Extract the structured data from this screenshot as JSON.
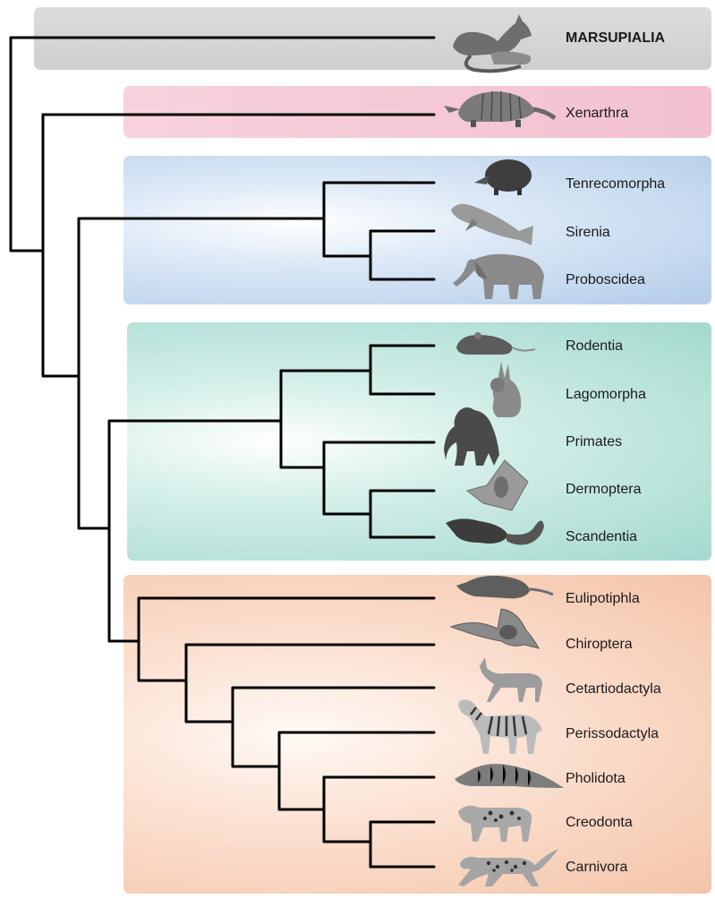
{
  "taxa": [
    {
      "name": "MARSUPIALIA",
      "bold": true,
      "icon": "opossum-icon"
    },
    {
      "name": "Xenarthra",
      "icon": "armadillo-icon"
    },
    {
      "name": "Tenrecomorpha",
      "icon": "tenrec-icon"
    },
    {
      "name": "Sirenia",
      "icon": "manatee-icon"
    },
    {
      "name": "Proboscidea",
      "icon": "elephant-icon"
    },
    {
      "name": "Rodentia",
      "icon": "rat-icon"
    },
    {
      "name": "Lagomorpha",
      "icon": "rabbit-icon"
    },
    {
      "name": "Primates",
      "icon": "gorilla-icon"
    },
    {
      "name": "Dermoptera",
      "icon": "colugo-icon"
    },
    {
      "name": "Scandentia",
      "icon": "treeshrew-icon"
    },
    {
      "name": "Eulipotiphla",
      "icon": "shrew-icon"
    },
    {
      "name": "Chiroptera",
      "icon": "bat-icon"
    },
    {
      "name": "Cetartiodactyla",
      "icon": "deer-icon"
    },
    {
      "name": "Perissodactyla",
      "icon": "zebra-icon"
    },
    {
      "name": "Pholidota",
      "icon": "pangolin-icon"
    },
    {
      "name": "Creodonta",
      "icon": "creodont-icon"
    },
    {
      "name": "Carnivora",
      "icon": "leopard-icon"
    }
  ],
  "colors": {
    "marsupialia": "#d4d4d4",
    "xenarthra": "#f4c6d4",
    "afrotheria": "#b3cce9",
    "euarchontoglires": "#a3d9ce",
    "laurasiatheria": "#f4c4a8",
    "branch": "#000000"
  }
}
